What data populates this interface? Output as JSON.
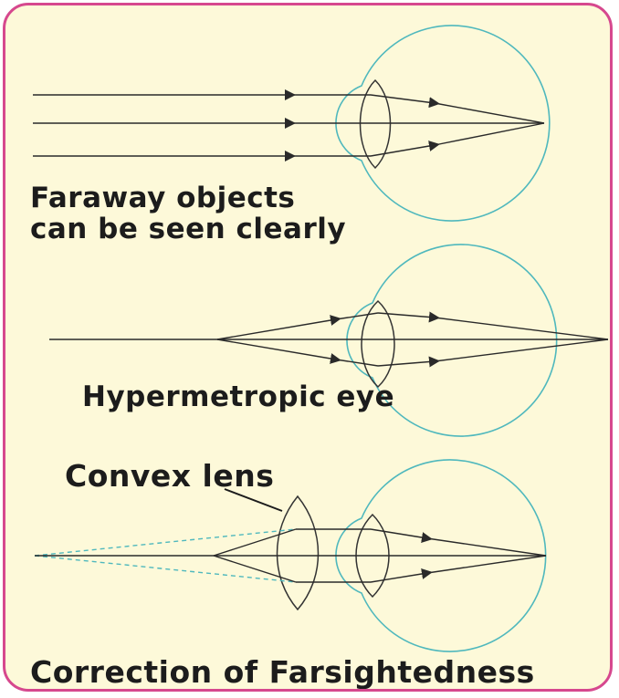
{
  "colors": {
    "background": "#fdf9d9",
    "border": "#d6488e",
    "eye_outline": "#4fb8bd",
    "ray": "#2a2a2a",
    "virtual_ray": "#4fb8bd"
  },
  "panels": [
    {
      "id": "normal",
      "caption_lines": [
        "Faraway objects",
        "can be seen clearly"
      ]
    },
    {
      "id": "hypermetropic",
      "caption_lines": [
        "Hypermetropic eye"
      ]
    },
    {
      "id": "correction",
      "lens_label": "Convex lens",
      "caption_lines": [
        "Correction of Farsightedness"
      ]
    }
  ]
}
